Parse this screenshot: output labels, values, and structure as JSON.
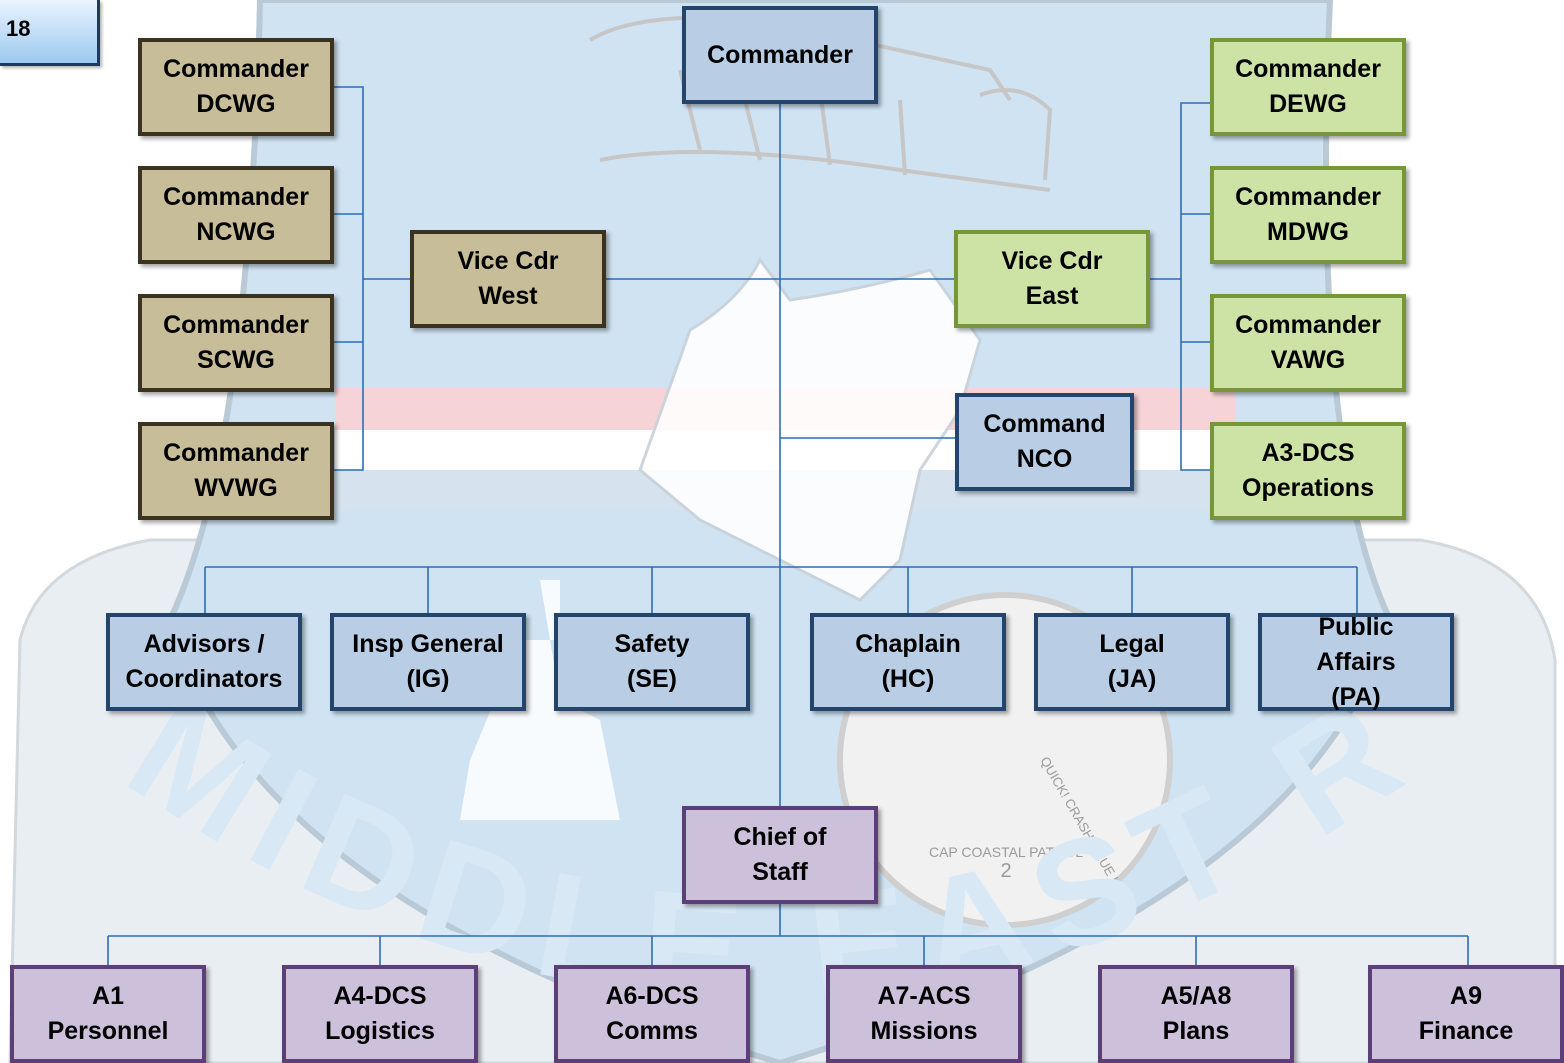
{
  "page_number": "18",
  "background": {
    "patch_text": "CAP COASTAL PATROL",
    "patch_number": "2",
    "patch_motto": "QUICK! CRASH! BLUE HEN!",
    "arc_text": "MIDDLE EAST REGION"
  },
  "colors": {
    "tan": "#c7bd98",
    "green": "#cde2a5",
    "blue": "#b9cde4",
    "purple": "#ccc0da",
    "connector": "#2e6db4"
  },
  "commander": {
    "line1": "Commander"
  },
  "west": {
    "vice": {
      "line1": "Vice Cdr",
      "line2": "West"
    },
    "wings": [
      {
        "line1": "Commander",
        "line2": "DCWG"
      },
      {
        "line1": "Commander",
        "line2": "NCWG"
      },
      {
        "line1": "Commander",
        "line2": "SCWG"
      },
      {
        "line1": "Commander",
        "line2": "WVWG"
      }
    ]
  },
  "east": {
    "vice": {
      "line1": "Vice Cdr",
      "line2": "East"
    },
    "wings": [
      {
        "line1": "Commander",
        "line2": "DEWG"
      },
      {
        "line1": "Commander",
        "line2": "MDWG"
      },
      {
        "line1": "Commander",
        "line2": "VAWG"
      },
      {
        "line1": "A3-DCS",
        "line2": "Operations"
      }
    ]
  },
  "command_nco": {
    "line1": "Command",
    "line2": "NCO"
  },
  "special_staff": [
    {
      "line1": "Advisors /",
      "line2": "Coordinators"
    },
    {
      "line1": "Insp General",
      "line2": "(IG)"
    },
    {
      "line1": "Safety",
      "line2": "(SE)"
    },
    {
      "line1": "Chaplain",
      "line2": "(HC)"
    },
    {
      "line1": "Legal",
      "line2": "(JA)"
    },
    {
      "line1": "Public",
      "line2": "Affairs",
      "line3": "(PA)"
    }
  ],
  "chief_of_staff": {
    "line1": "Chief of",
    "line2": "Staff"
  },
  "directorates": [
    {
      "line1": "A1",
      "line2": "Personnel"
    },
    {
      "line1": "A4-DCS",
      "line2": "Logistics"
    },
    {
      "line1": "A6-DCS",
      "line2": "Comms"
    },
    {
      "line1": "A7-ACS",
      "line2": "Missions"
    },
    {
      "line1": "A5/A8",
      "line2": "Plans"
    },
    {
      "line1": "A9",
      "line2": "Finance"
    }
  ]
}
